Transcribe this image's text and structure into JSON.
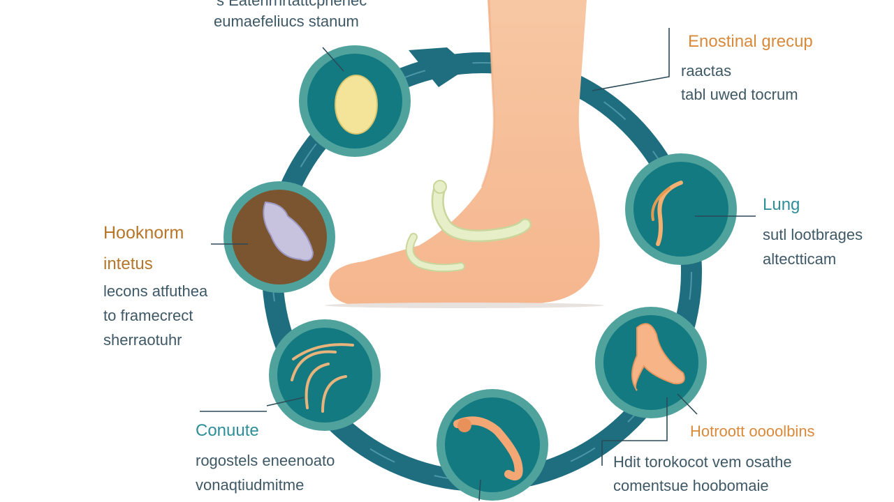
{
  "labels": {
    "top_cut": "s Eatenrhrtattcpnehec",
    "top_left": "eumaefeliucs stanum",
    "top_right_title": "Enostinal grecup",
    "top_right_line1": "raactas",
    "top_right_line2": "tabl uwed tocrum",
    "left_title": "Hooknorm",
    "left_sub": "intetus",
    "left_line1": "lecons atfuthea",
    "left_line2": "to framecrect",
    "left_line3": "sherraotuhr",
    "right_title": "Lung",
    "right_line1": "sutl lootbrages",
    "right_line2": "altectticam",
    "bottom_left_title": "Conuute",
    "bottom_left_line1": "rogostels eneenoato",
    "bottom_left_line2": "vonaqtiudmitme",
    "bottom_right_title": "Hotroott oooolbins",
    "bottom_right_line1": "Hdit torokocot vem osathe",
    "bottom_right_line2": "comentsue hoobomaie"
  },
  "colors": {
    "ring": "#1f6e80",
    "node_rim": "#4fa39c",
    "node_fill": "#147a82",
    "skin": "#f8c5a0",
    "worm": "#e7efc8",
    "egg": "#f4e49a",
    "soil": "#7a5530",
    "title_orange": "#d9893a",
    "title_teal": "#2f8f99",
    "text_dark": "#3e5866"
  },
  "icons": [
    "egg-icon",
    "larva-icon",
    "worm-icon",
    "hookworm-icon",
    "lung-larva-icon",
    "soil-larva-icon"
  ]
}
